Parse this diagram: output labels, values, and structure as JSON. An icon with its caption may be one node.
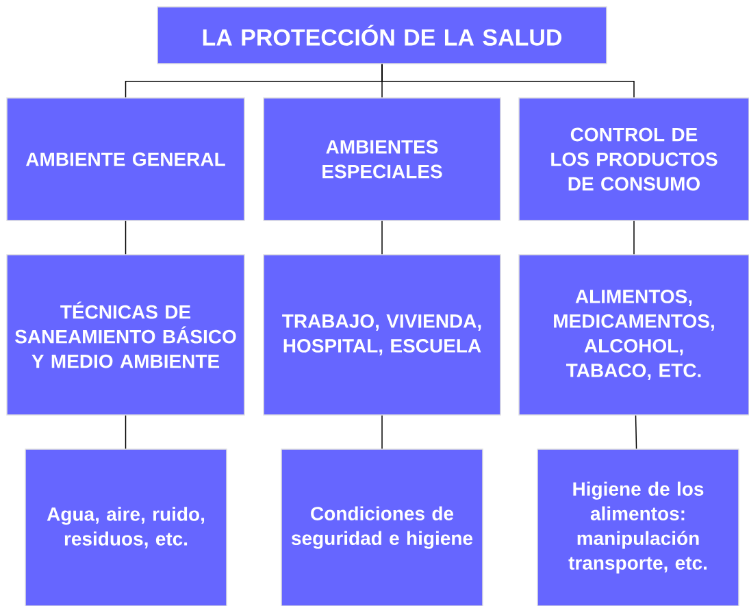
{
  "diagram": {
    "nodes": [
      {
        "text": [
          "LA PROTECCIÓN DE LA SALUD"
        ]
      },
      {
        "text": [
          "AMBIENTE GENERAL"
        ]
      },
      {
        "text": [
          "AMBIENTES ESPECIALES"
        ]
      },
      {
        "text": [
          "CONTROL DE LOS PRODUCTOS DE CONSUMO"
        ]
      },
      {
        "text": [
          "TÉCNICAS DE SANEAMIENTO BÁSICO Y MEDIO AMBIENTE"
        ]
      },
      {
        "text": [
          "TRABAJO, VIVIENDA, HOSPITAL, ESCUELA"
        ]
      },
      {
        "text": [
          "ALIMENTOS, MEDICAMENTOS, ALCOHOL, TABACO, ETC."
        ]
      },
      {
        "text": [
          "Agua, aire, ruido, residuos, etc."
        ]
      },
      {
        "text": [
          "Condiciones de seguridad e higiene"
        ]
      },
      {
        "text": [
          "Higiene de los alimentos: manipulación transporte, etc."
        ]
      }
    ],
    "edges": [
      {
        "from": 0,
        "to": 1,
        "arrow": "none"
      },
      {
        "from": 0,
        "to": 2,
        "arrow": "none"
      },
      {
        "from": 0,
        "to": 3,
        "arrow": "none"
      },
      {
        "from": 1,
        "to": 4,
        "arrow": "none"
      },
      {
        "from": 2,
        "to": 5,
        "arrow": "none"
      },
      {
        "from": 3,
        "to": 6,
        "arrow": "none"
      },
      {
        "from": 4,
        "to": 7,
        "arrow": "none"
      },
      {
        "from": 5,
        "to": 8,
        "arrow": "none"
      },
      {
        "from": 6,
        "to": 9,
        "arrow": "none"
      }
    ]
  }
}
